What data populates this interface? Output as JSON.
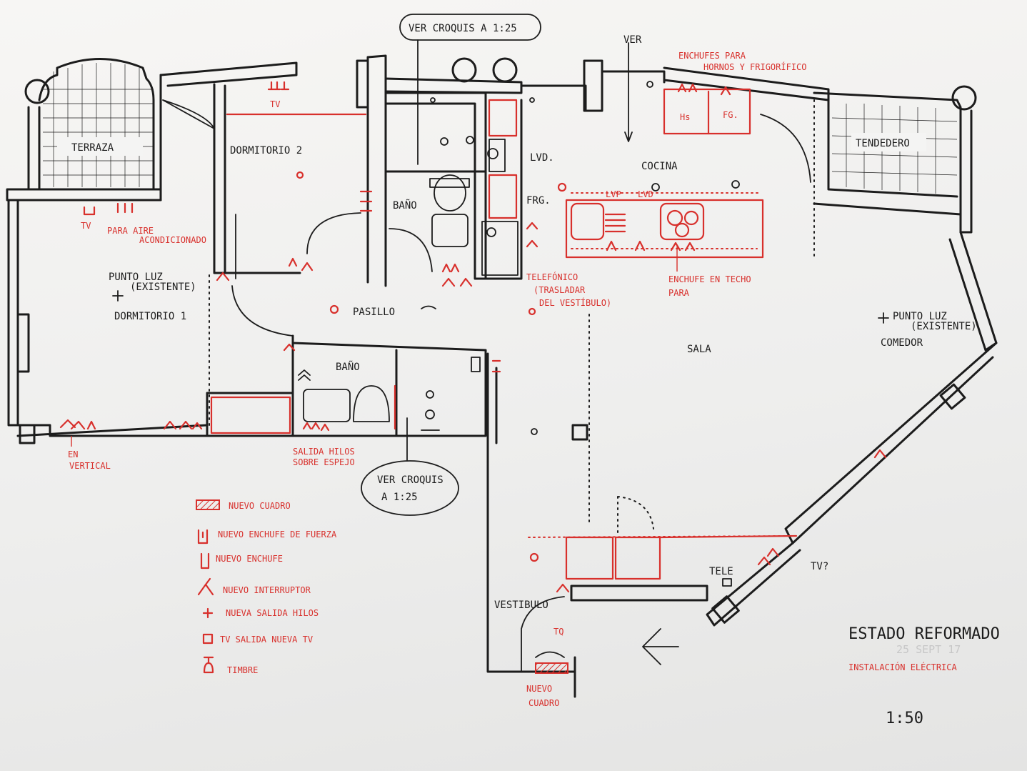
{
  "rooms": {
    "terraza": "TERRAZA",
    "dormitorio2": "DORMITORIO 2",
    "bano_top": "BAÑO",
    "cocina": "COCINA",
    "tendedero": "TENDEDERO",
    "dormitorio1": "DORMITORIO 1",
    "pasillo": "PASILLO",
    "bano_bottom": "BAÑO",
    "sala": "SALA",
    "comedor": "COMEDOR",
    "vestibulo": "VESTIBULO"
  },
  "notes": {
    "ver_croquis_top": "VER CROQUIS A 1:25",
    "ver_croquis_bottom_1": "VER CROQUIS",
    "ver_croquis_bottom_2": "A 1:25",
    "ver": "VER",
    "enchufes_line1": "ENCHUFES PARA",
    "enchufes_line2": "HORNOS Y FRIGORÍFICO",
    "hs": "Hs",
    "fg": "FG.",
    "lvd_side": "LVD.",
    "frg": "FRG.",
    "lvp": "LVP",
    "lvd": "LVD",
    "tv_top": "TV",
    "tv_left": "TV",
    "para_aire": "PARA AIRE",
    "acondicionado": "ACONDICIONADO",
    "punto_luz_1a": "PUNTO LUZ",
    "punto_luz_1b": "(EXISTENTE)",
    "punto_luz_2a": "PUNTO LUZ",
    "punto_luz_2b": "(EXISTENTE)",
    "telefonico_1": "TELEFÓNICO",
    "telefonico_2": "(TRASLADAR",
    "telefonico_3": "DEL VESTÍBULO)",
    "enchufe_techo_1": "ENCHUFE EN TECHO",
    "enchufe_techo_2": "PARA",
    "en_vertical_1": "EN",
    "en_vertical_2": "VERTICAL",
    "salida_hilos_1": "SALIDA HILOS",
    "salida_hilos_2": "SOBRE ESPEJO",
    "tq_bottom": "TQ",
    "nuevo_cuadro_1": "NUEVO",
    "nuevo_cuadro_2": "CUADRO",
    "tele": "TELE",
    "tv_q": "TV?"
  },
  "legend": [
    {
      "symbol": "hatched-box",
      "text": "NUEVO CUADRO"
    },
    {
      "symbol": "force-socket",
      "text": "NUEVO ENCHUFE DE FUERZA"
    },
    {
      "symbol": "socket",
      "text": "NUEVO ENCHUFE"
    },
    {
      "symbol": "switch",
      "text": "NUEVO INTERRUPTOR"
    },
    {
      "symbol": "wire-outlet",
      "text": "NUEVA SALIDA HILOS"
    },
    {
      "symbol": "tv-box",
      "text": "TV  SALIDA NUEVA TV"
    },
    {
      "symbol": "bell",
      "text": "TIMBRE"
    }
  ],
  "title_block": {
    "title": "ESTADO REFORMADO",
    "date": "25 SEPT 17",
    "subtitle": "INSTALACIÓN ELÉCTRICA",
    "scale": "1:50"
  },
  "colors": {
    "paper": "#f2f2f1",
    "ink": "#1c1c1c",
    "red_ink": "#d8302c"
  }
}
